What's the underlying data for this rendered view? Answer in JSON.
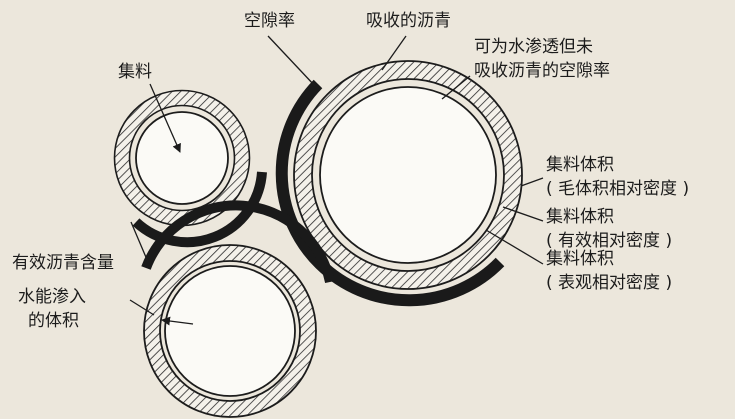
{
  "labels": {
    "aggregate": "集料",
    "void_ratio": "空隙率",
    "absorbed_asphalt": "吸收的沥青",
    "permeable_void_line1": "可为水渗透但未",
    "permeable_void_line2": "吸收沥青的空隙率",
    "bulk_volume_line1": "集料体积",
    "bulk_volume_line2": "( 毛体积相对密度 )",
    "effective_volume_line1": "集料体积",
    "effective_volume_line2": "( 有效相对密度 )",
    "apparent_volume_line1": "集料体积",
    "apparent_volume_line2": "( 表观相对密度 )",
    "effective_asphalt": "有效沥青含量",
    "water_permeable_line1": "水能渗入",
    "water_permeable_line2": "的体积"
  }
}
